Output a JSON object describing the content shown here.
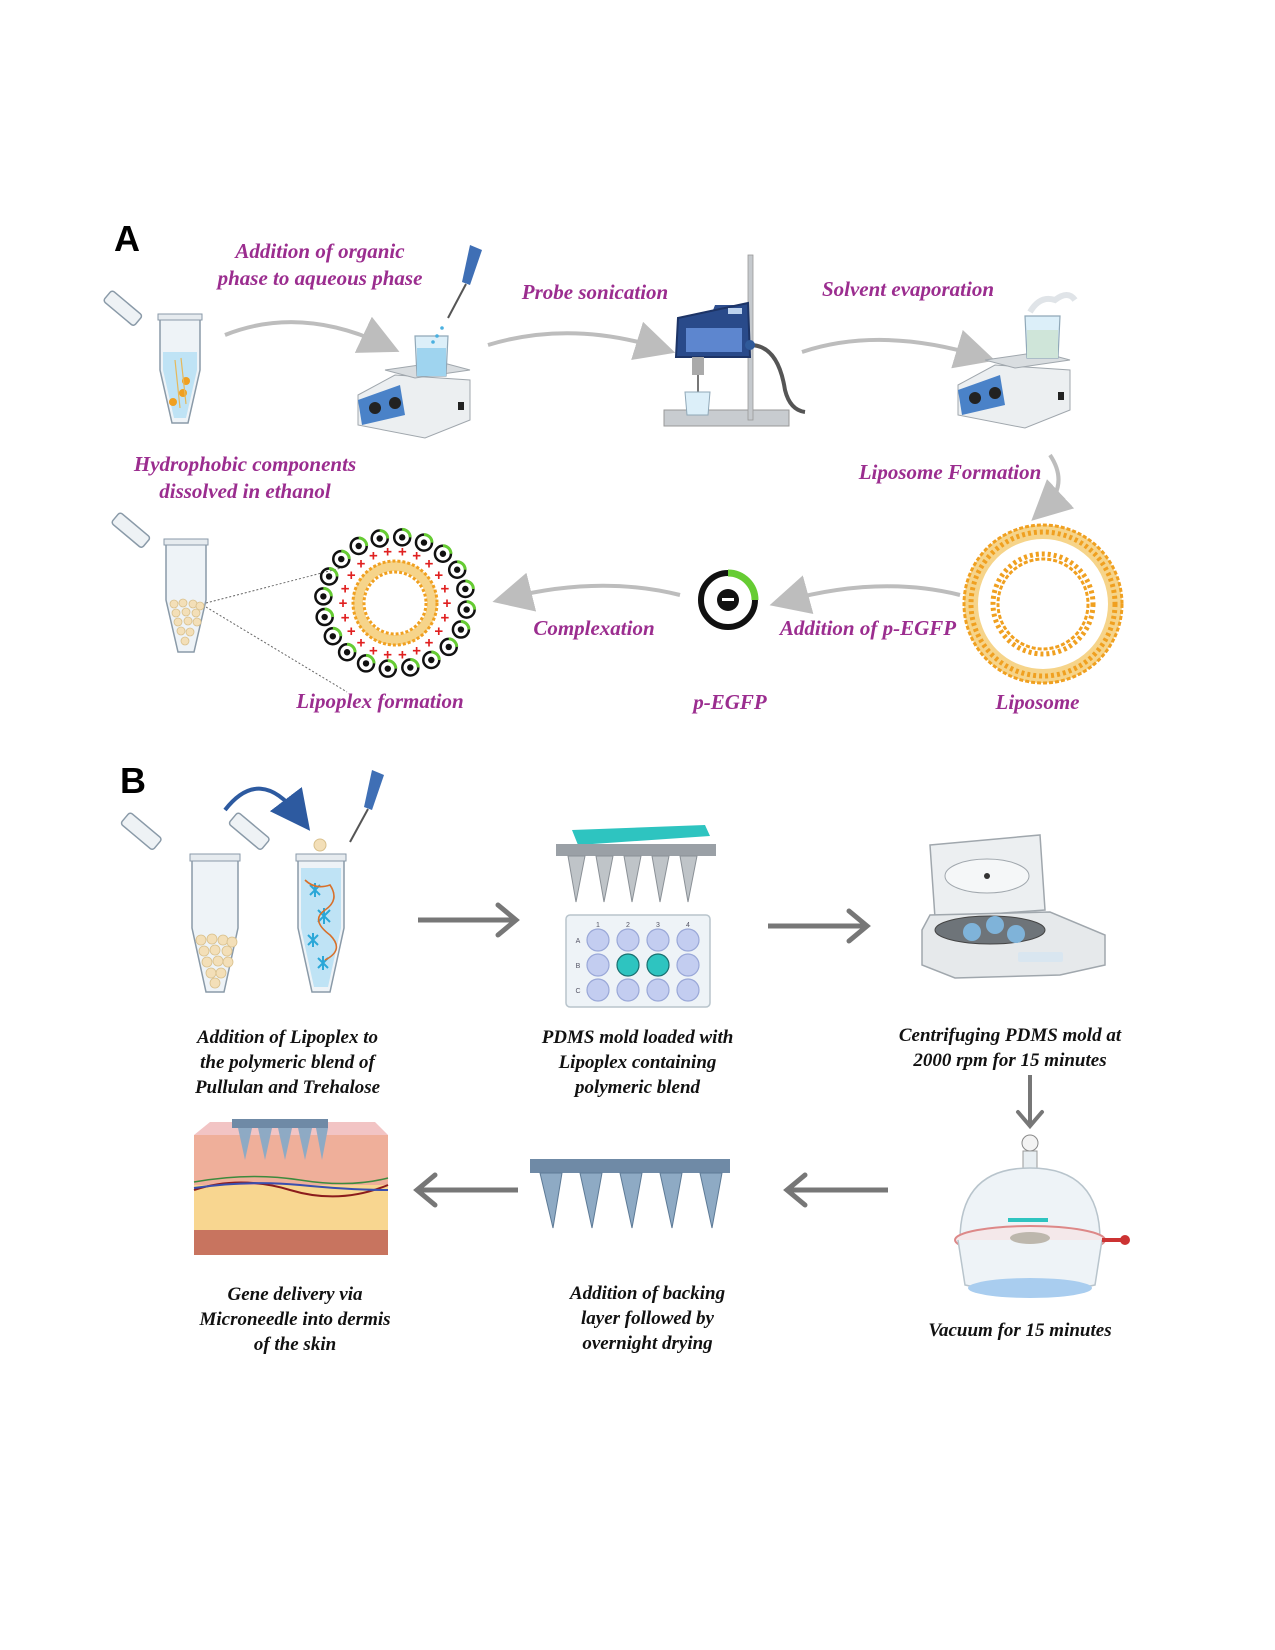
{
  "figure": {
    "panel_a": {
      "label": "A",
      "steps": {
        "organic_phase": [
          "Addition of organic",
          "phase to aqueous phase"
        ],
        "probe_sonication": "Probe sonication",
        "solvent_evaporation": "Solvent evaporation",
        "hydrophobic": [
          "Hydrophobic components",
          "dissolved in ethanol"
        ],
        "liposome_formation": "Liposome Formation",
        "complexation": "Complexation",
        "addition_pegfp": "Addition of p-EGFP",
        "lipoplex_formation": "Lipoplex formation",
        "pegfp": "p-EGFP",
        "liposome": "Liposome"
      }
    },
    "panel_b": {
      "label": "B",
      "steps": {
        "addition_lipoplex": [
          "Addition of Lipoplex to",
          "the polymeric blend of",
          "Pullulan and Trehalose"
        ],
        "pdms_loaded": [
          "PDMS mold loaded with",
          "Lipoplex containing",
          "polymeric blend"
        ],
        "centrifuging": [
          "Centrifuging PDMS mold at",
          "2000 rpm for 15 minutes"
        ],
        "vacuum": "Vacuum for 15 minutes",
        "backing_layer": [
          "Addition of backing",
          "layer followed by",
          "overnight drying"
        ],
        "gene_delivery": [
          "Gene delivery via",
          "Micro­needle into dermis",
          "of the skin"
        ]
      },
      "well_plate": {
        "columns": [
          "1",
          "2",
          "3",
          "4"
        ],
        "rows": [
          "A",
          "B",
          "C"
        ]
      }
    },
    "colors": {
      "label_purple": "#9b2d8f",
      "arrow_gray": "#bdbdbd",
      "arrow_dark": "#777777",
      "liposome_orange": "#f0a020",
      "egfp_green": "#66cc33",
      "plus_red": "#e02020",
      "teal": "#2ec4c0",
      "device_blue": "#3f6fb5"
    }
  }
}
